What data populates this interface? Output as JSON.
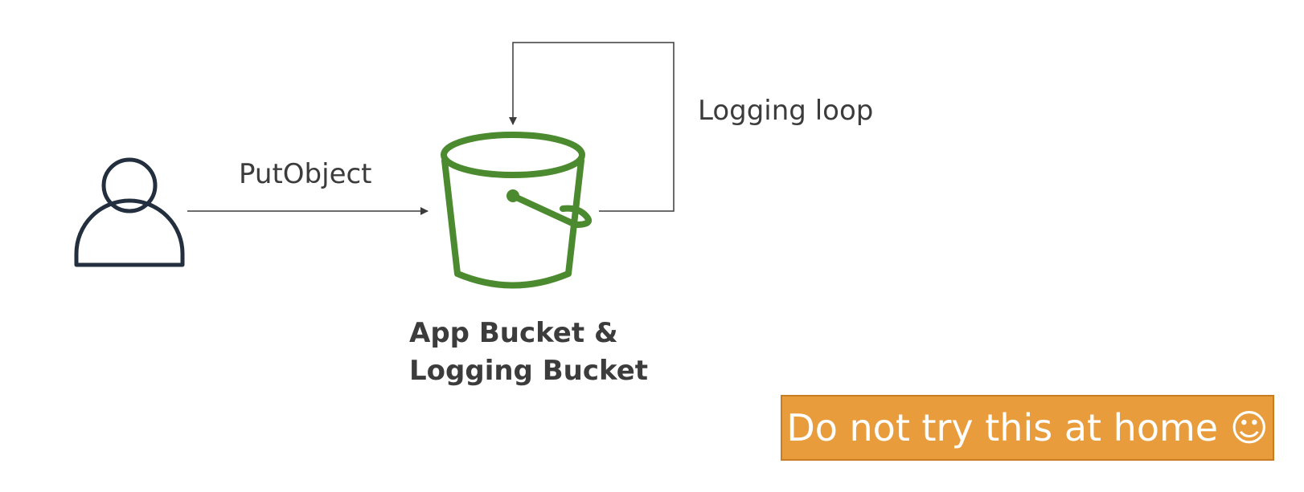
{
  "diagram": {
    "edges": {
      "put_object": "PutObject",
      "logging_loop": "Logging loop"
    },
    "nodes": {
      "user": {
        "icon": "user-icon"
      },
      "bucket": {
        "icon": "s3-bucket-icon",
        "caption_line1": "App Bucket &",
        "caption_line2": "Logging Bucket"
      }
    },
    "note": "Do not try this at home ☺"
  },
  "colors": {
    "bucket_green": "#4b8a2e",
    "user_navy": "#232f3e",
    "arrow_gray": "#3c3c3c",
    "banner_orange": "#e89c3c"
  }
}
